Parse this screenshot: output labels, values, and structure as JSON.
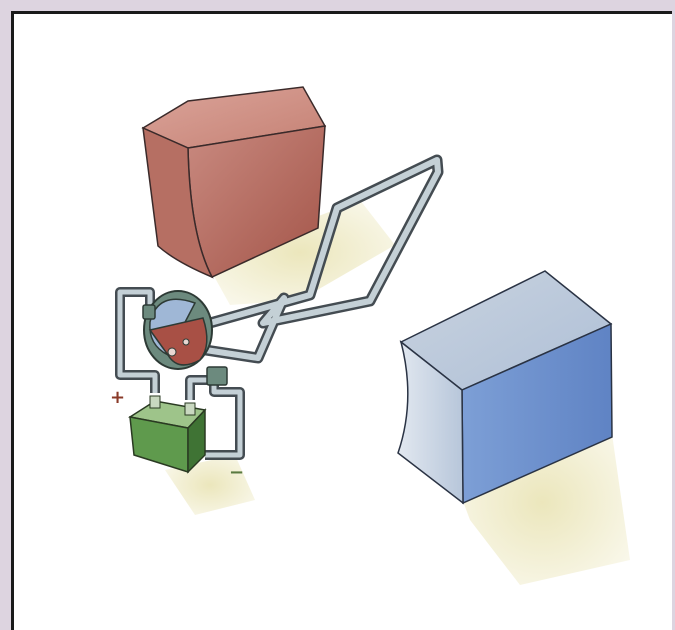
{
  "diagram": {
    "labels": {
      "positive_terminal": "+",
      "negative_terminal": "−"
    },
    "colors": {
      "frame": "#ddd4e0",
      "panel": "#ffffff",
      "panel_border": "#1a1a1a",
      "magnet_north": "#b86c60",
      "magnet_south": "#6f95cf",
      "wire": "#aab8bf",
      "battery": "#5f9a4d",
      "commutator_blue": "#9fb7d6",
      "commutator_red": "#a85045",
      "shadow": "#ece8bf",
      "sign_positive": "#8a3a28",
      "sign_negative": "#5a7a40"
    },
    "icons": [
      "magnet-north-pole",
      "magnet-south-pole",
      "armature-coil",
      "commutator",
      "battery"
    ]
  }
}
